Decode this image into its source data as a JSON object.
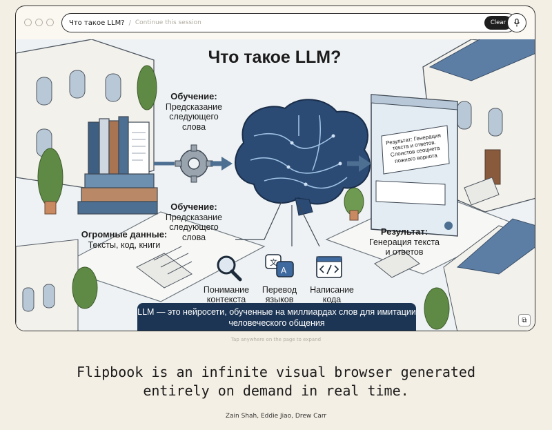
{
  "browser": {
    "query": "Что такое LLM?",
    "separator": "/",
    "placeholder": "Continue this session",
    "clear_label": "Clear",
    "mic_icon": "microphone-icon"
  },
  "illustration": {
    "title": "Что такое LLM?",
    "training_top": {
      "heading": "Обучение:",
      "text": "Предсказание следующего слова"
    },
    "training_bottom": {
      "heading": "Обучение:",
      "text": "Предсказание следующего слова"
    },
    "data": {
      "heading": "Огромные данные:",
      "text": "Тексты, код, книги"
    },
    "result": {
      "heading": "Результат:",
      "text": "Генерация текста и ответов"
    },
    "chat_text": "Результат: Генерация текста и ответов. Слоистов сеоцнета пожного ворнота",
    "capabilities": [
      {
        "label": "Понимание контекста",
        "icon": "magnifier-icon"
      },
      {
        "label": "Перевод языков",
        "icon": "translate-icon"
      },
      {
        "label": "Написание кода",
        "icon": "code-icon"
      }
    ],
    "banner": "LLM — это нейросети, обученные на миллиардах слов для имитации человеческого общения"
  },
  "hint": "Tap anywhere on the page to expand",
  "tagline": "Flipbook is an infinite visual browser generated entirely on demand in real time.",
  "authors": "Zain Shah, Eddie Jiao, Drew Carr"
}
